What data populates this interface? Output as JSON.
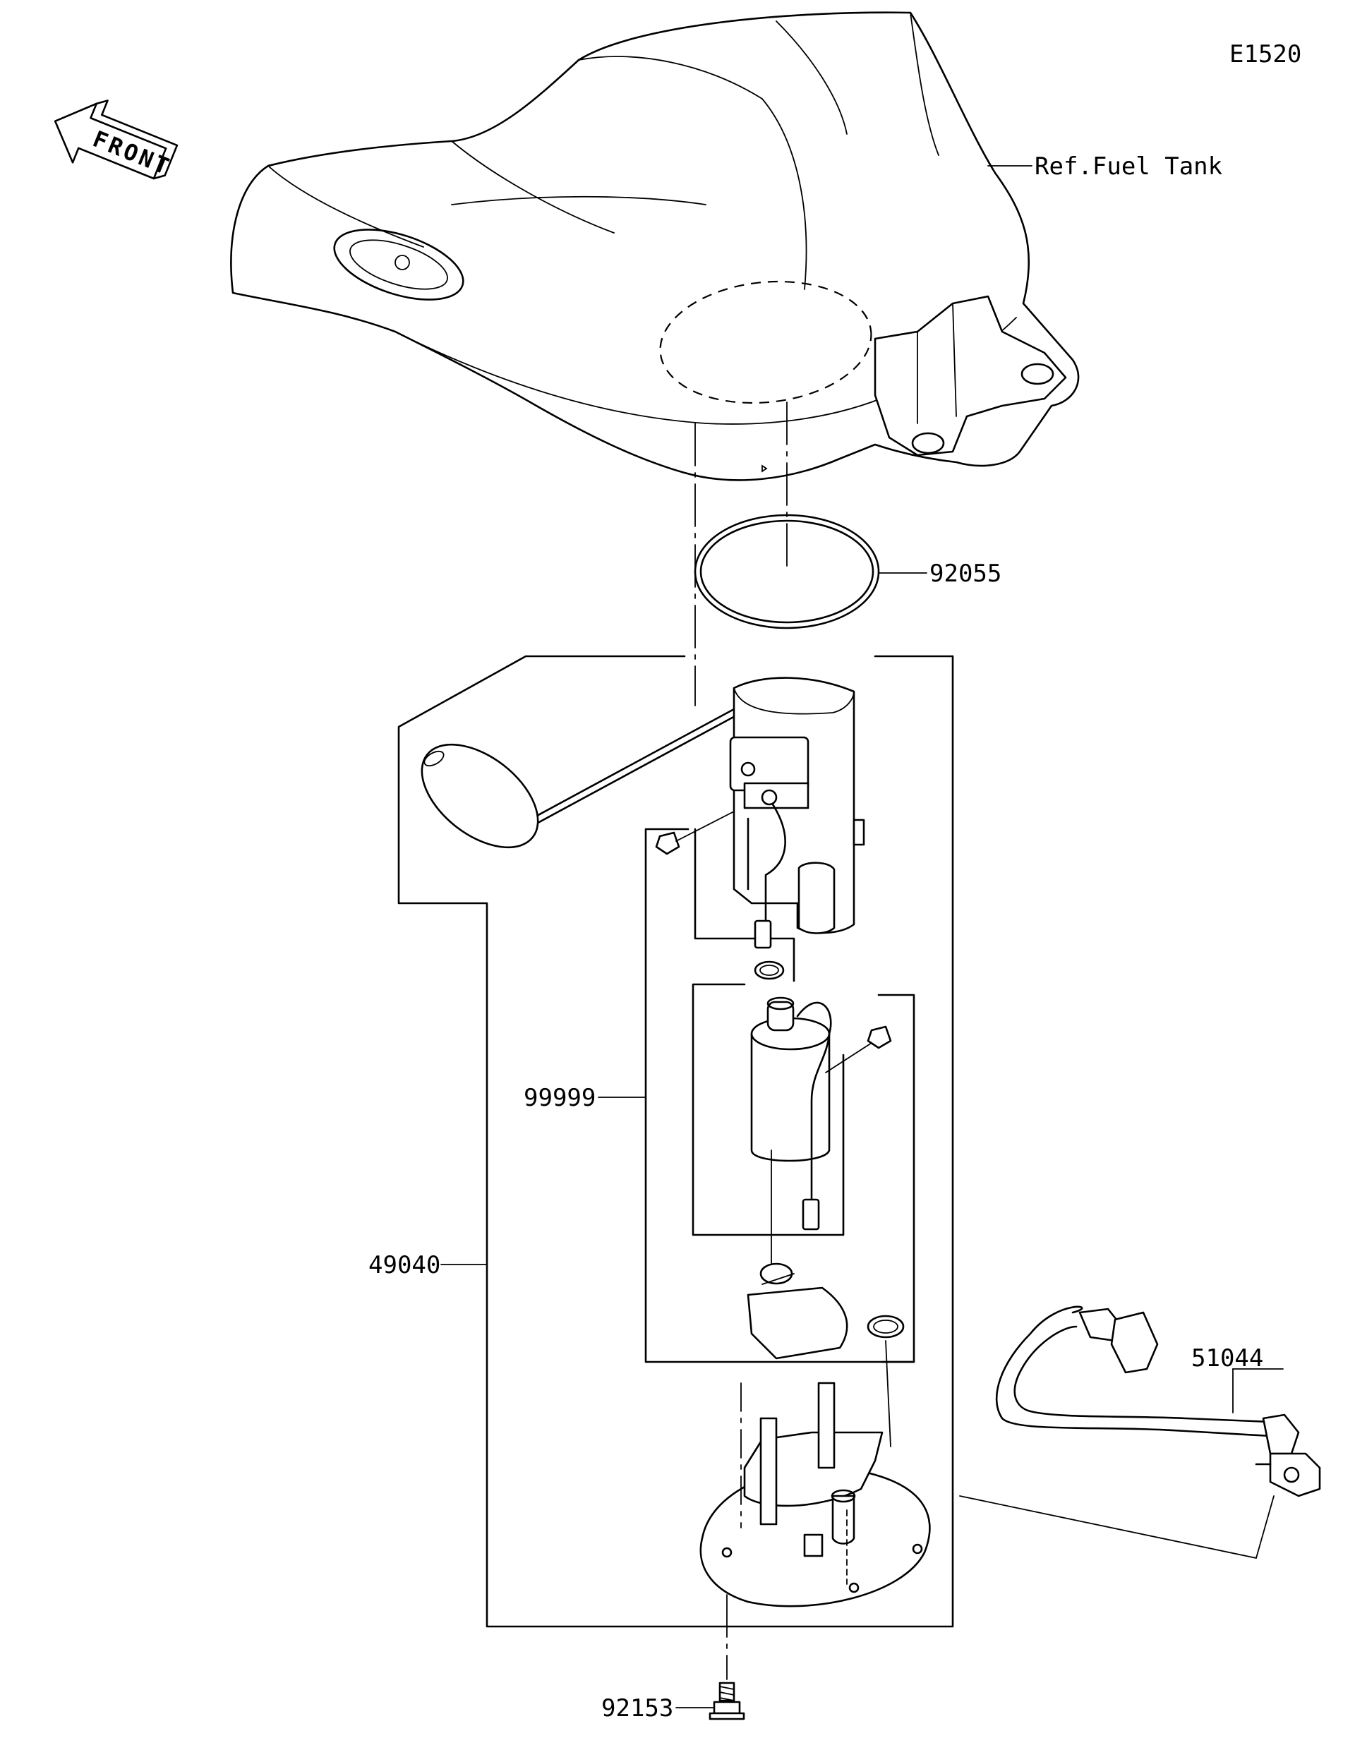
{
  "diagram_code": "E1520",
  "front_label": "FRONT",
  "callouts": {
    "ref_fuel_tank": "Ref.Fuel Tank",
    "p92055": "92055",
    "p99999": "99999",
    "p49040": "49040",
    "p51044": "51044",
    "p92153": "92153"
  },
  "colors": {
    "line": "#000000",
    "background": "#ffffff"
  },
  "icons": [
    "front-arrow-icon"
  ]
}
